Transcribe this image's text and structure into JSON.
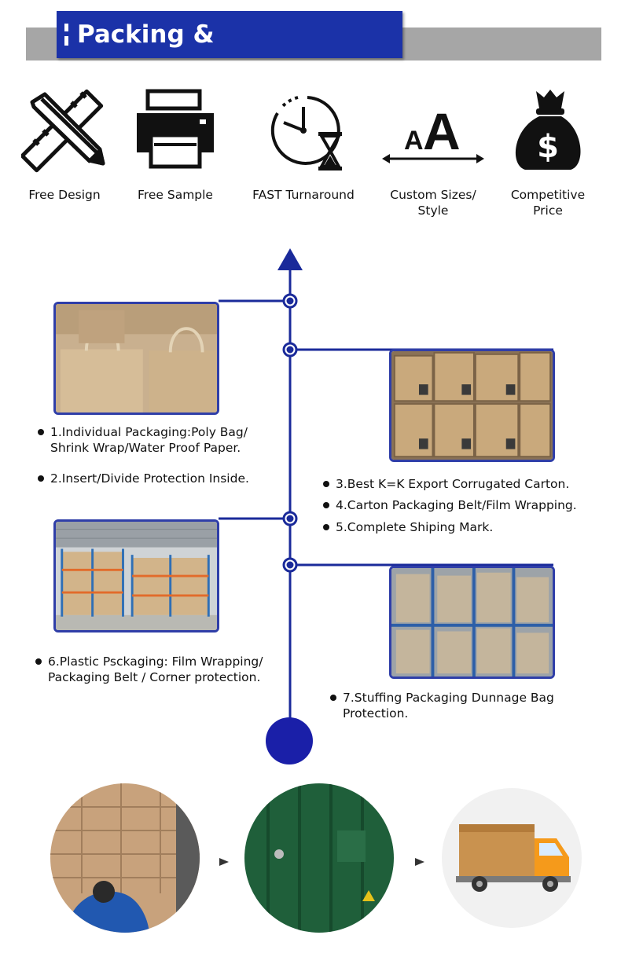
{
  "header": {
    "title": "Packing & Transportation"
  },
  "features": [
    {
      "label": "Free Design",
      "icon": "pencil-ruler-icon"
    },
    {
      "label": "Free Sample",
      "icon": "printer-icon"
    },
    {
      "label": "FAST Turnaround",
      "icon": "clock-hourglass-icon"
    },
    {
      "label": "Custom Sizes/\nStyle",
      "icon": "font-size-icon",
      "glyph_small": "A",
      "glyph_large": "A"
    },
    {
      "label": "Competitive\nPrice",
      "icon": "money-bag-icon",
      "glyph": "$"
    }
  ],
  "steps": [
    {
      "text": "1.Individual Packaging:Poly Bag/\nShrink Wrap/Water Proof Paper."
    },
    {
      "text": "2.Insert/Divide Protection Inside."
    },
    {
      "text": "3.Best K=K Export Corrugated Carton."
    },
    {
      "text": "4.Carton Packaging Belt/Film Wrapping."
    },
    {
      "text": "5.Complete Shiping Mark."
    },
    {
      "text": "6.Plastic Psckaging: Film Wrapping/\nPackaging Belt / Corner protection."
    },
    {
      "text": "7.Stuffing Packaging Dunnage Bag\nProtection."
    }
  ],
  "photos": [
    {
      "subject": "kraft-paper-bags-photo"
    },
    {
      "subject": "stacked-cartons-photo"
    },
    {
      "subject": "warehouse-racks-photo"
    },
    {
      "subject": "pallet-racks-photo"
    }
  ],
  "flow": [
    {
      "subject": "worker-loading-cartons-photo"
    },
    {
      "subject": "shipping-container-photo"
    },
    {
      "subject": "delivery-truck-photo"
    }
  ],
  "colors": {
    "accent": "#1b32a8",
    "line": "#1a2a9a",
    "band": "#a6a6a6"
  }
}
